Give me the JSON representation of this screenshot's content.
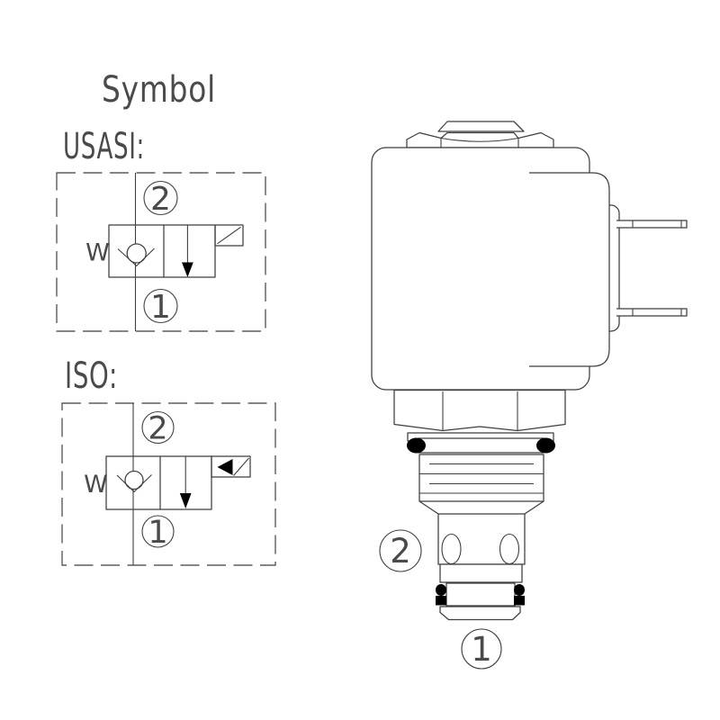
{
  "page": {
    "background": "#ffffff",
    "line_color": "#3f3f3f",
    "seal_color": "#000000",
    "text_color": "#4a4a4a"
  },
  "title": "Symbol",
  "symbols": {
    "usasi": {
      "label": "USASI:",
      "port_top": "2",
      "port_bottom": "1",
      "spring": "W"
    },
    "iso": {
      "label": "ISO:",
      "port_top": "2",
      "port_bottom": "1",
      "spring": "W"
    }
  },
  "valve": {
    "port_top": "2",
    "port_bottom": "1"
  }
}
